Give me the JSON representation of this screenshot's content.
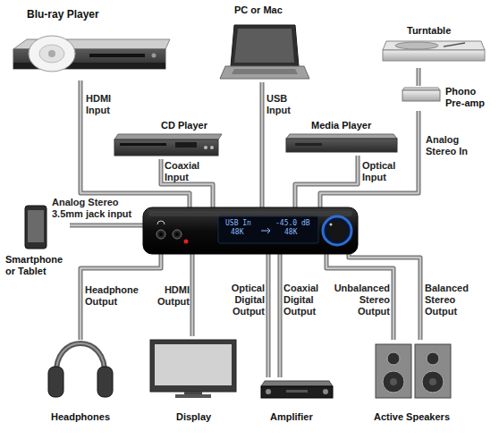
{
  "diagram": {
    "nodes": [
      {
        "text": [
          "Blu-ray Player"
        ]
      },
      {
        "text": [
          "PC or Mac"
        ]
      },
      {
        "text": [
          "Turntable"
        ]
      },
      {
        "text": [
          "CD Player"
        ]
      },
      {
        "text": [
          "Phono Pre-amp"
        ]
      },
      {
        "text": [
          "Media Player"
        ]
      },
      {
        "text": [
          "Smartphone or Tablet"
        ]
      },
      {
        "text": [
          "USB In",
          "48K",
          "-45.0 dB",
          "48K"
        ]
      },
      {
        "text": [
          "Headphones"
        ]
      },
      {
        "text": [
          "Display"
        ]
      },
      {
        "text": [
          "Amplifier"
        ]
      },
      {
        "text": [
          "Active Speakers"
        ]
      }
    ],
    "edges": [
      {
        "from": 0,
        "to": 7,
        "label": "HDMI Input",
        "arrow": "none"
      },
      {
        "from": 1,
        "to": 7,
        "label": "USB Input",
        "arrow": "none"
      },
      {
        "from": 2,
        "to": 4,
        "arrow": "none"
      },
      {
        "from": 3,
        "to": 7,
        "label": "Coaxial Input",
        "arrow": "none"
      },
      {
        "from": 4,
        "to": 7,
        "label": "Analog Stereo In",
        "arrow": "none"
      },
      {
        "from": 5,
        "to": 7,
        "label": "Optical Input",
        "arrow": "none"
      },
      {
        "from": 6,
        "to": 7,
        "label": "Analog Stereo 3.5mm jack input",
        "arrow": "none"
      },
      {
        "from": 7,
        "to": 8,
        "label": "Headphone Output",
        "arrow": "none"
      },
      {
        "from": 7,
        "to": 9,
        "label": "HDMI Output",
        "arrow": "none"
      },
      {
        "from": 7,
        "to": 10,
        "label": "Optical Digital Output",
        "arrow": "none"
      },
      {
        "from": 7,
        "to": 10,
        "label": "Coaxial Digital Output",
        "arrow": "none"
      },
      {
        "from": 7,
        "to": 11,
        "label": "Unbalanced Stereo Output",
        "arrow": "none"
      },
      {
        "from": 7,
        "to": 11,
        "label": "Balanced Stereo Output",
        "arrow": "none"
      }
    ]
  }
}
